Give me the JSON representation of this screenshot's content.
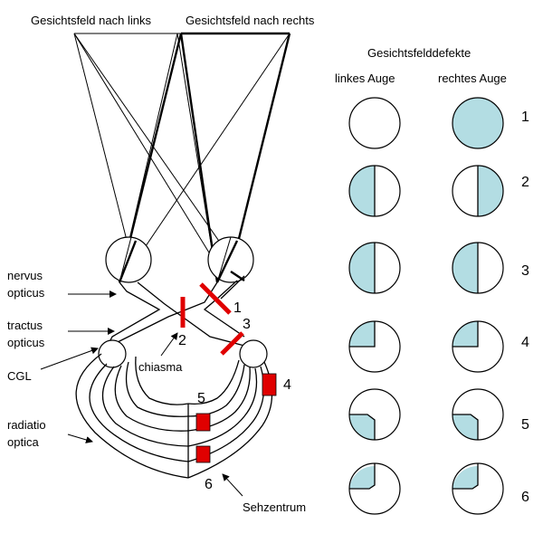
{
  "labels": {
    "field_left": "Gesichtsfeld nach links",
    "field_right": "Gesichtsfeld nach rechts",
    "defects_title": "Gesichtsfelddefekte",
    "left_eye": "linkes Auge",
    "right_eye": "rechtes Auge",
    "nervus": "nervus",
    "opticus1": "opticus",
    "tractus": "tractus",
    "opticus2": "opticus",
    "cgl": "CGL",
    "radiatio": "radiatio",
    "optica": "optica",
    "chiasma": "chiasma",
    "sehzentrum": "Sehzentrum"
  },
  "lesions": [
    "1",
    "2",
    "3",
    "4",
    "5",
    "6"
  ],
  "defect_color": "#b3dde3",
  "lesion_color": "#e00000",
  "defects": [
    {
      "row": "1",
      "left": "none",
      "right": "full"
    },
    {
      "row": "2",
      "left": "left-half",
      "right": "right-half"
    },
    {
      "row": "3",
      "left": "left-half",
      "right": "left-half"
    },
    {
      "row": "4",
      "left": "upper-left-quadrant",
      "right": "upper-left-quadrant"
    },
    {
      "row": "5",
      "left": "lower-left-quadrant",
      "right": "lower-left-quadrant"
    },
    {
      "row": "6",
      "left": "upper-left-quadrant",
      "right": "upper-left-quadrant"
    }
  ]
}
